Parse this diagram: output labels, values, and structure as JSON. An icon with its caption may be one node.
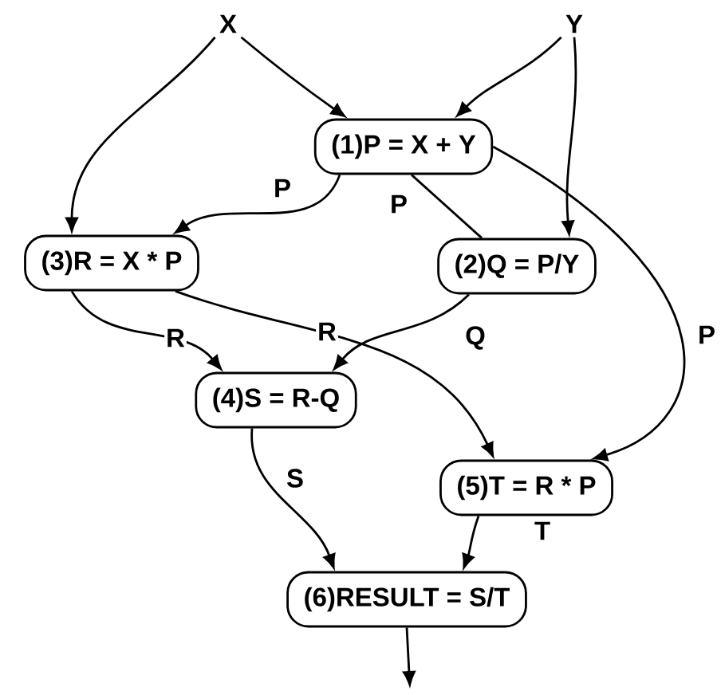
{
  "diagram": {
    "nodes": [
      {
        "text": [
          "X"
        ]
      },
      {
        "text": [
          "Y"
        ]
      },
      {
        "text": [
          "(1)P = X + Y"
        ]
      },
      {
        "text": [
          "(3)R = X * P"
        ]
      },
      {
        "text": [
          "(2)Q = P/Y"
        ]
      },
      {
        "text": [
          "(4)S = R-Q"
        ]
      },
      {
        "text": [
          "(5)T = R * P"
        ]
      },
      {
        "text": [
          "(6)RESULT = S/T"
        ]
      }
    ],
    "edges": [
      {
        "from": 0,
        "to": 2,
        "arrow": "to"
      },
      {
        "from": 1,
        "to": 2,
        "arrow": "to"
      },
      {
        "from": 0,
        "to": 3,
        "arrow": "to"
      },
      {
        "from": 1,
        "to": 4,
        "arrow": "to"
      },
      {
        "from": 2,
        "to": 3,
        "label": "P",
        "arrow": "to"
      },
      {
        "from": 2,
        "to": 4,
        "label": "P",
        "arrow": "none"
      },
      {
        "from": 3,
        "to": 5,
        "label": "R",
        "arrow": "to"
      },
      {
        "from": 3,
        "to": 6,
        "label": "R",
        "arrow": "to"
      },
      {
        "from": 4,
        "to": 5,
        "label": "Q",
        "arrow": "to"
      },
      {
        "from": 2,
        "to": 6,
        "label": "P",
        "arrow": "to"
      },
      {
        "from": 5,
        "to": 7,
        "label": "S",
        "arrow": "to"
      },
      {
        "from": 6,
        "to": 7,
        "label": "T",
        "arrow": "to"
      },
      {
        "from": 7,
        "to": null,
        "arrow": "to"
      }
    ]
  }
}
